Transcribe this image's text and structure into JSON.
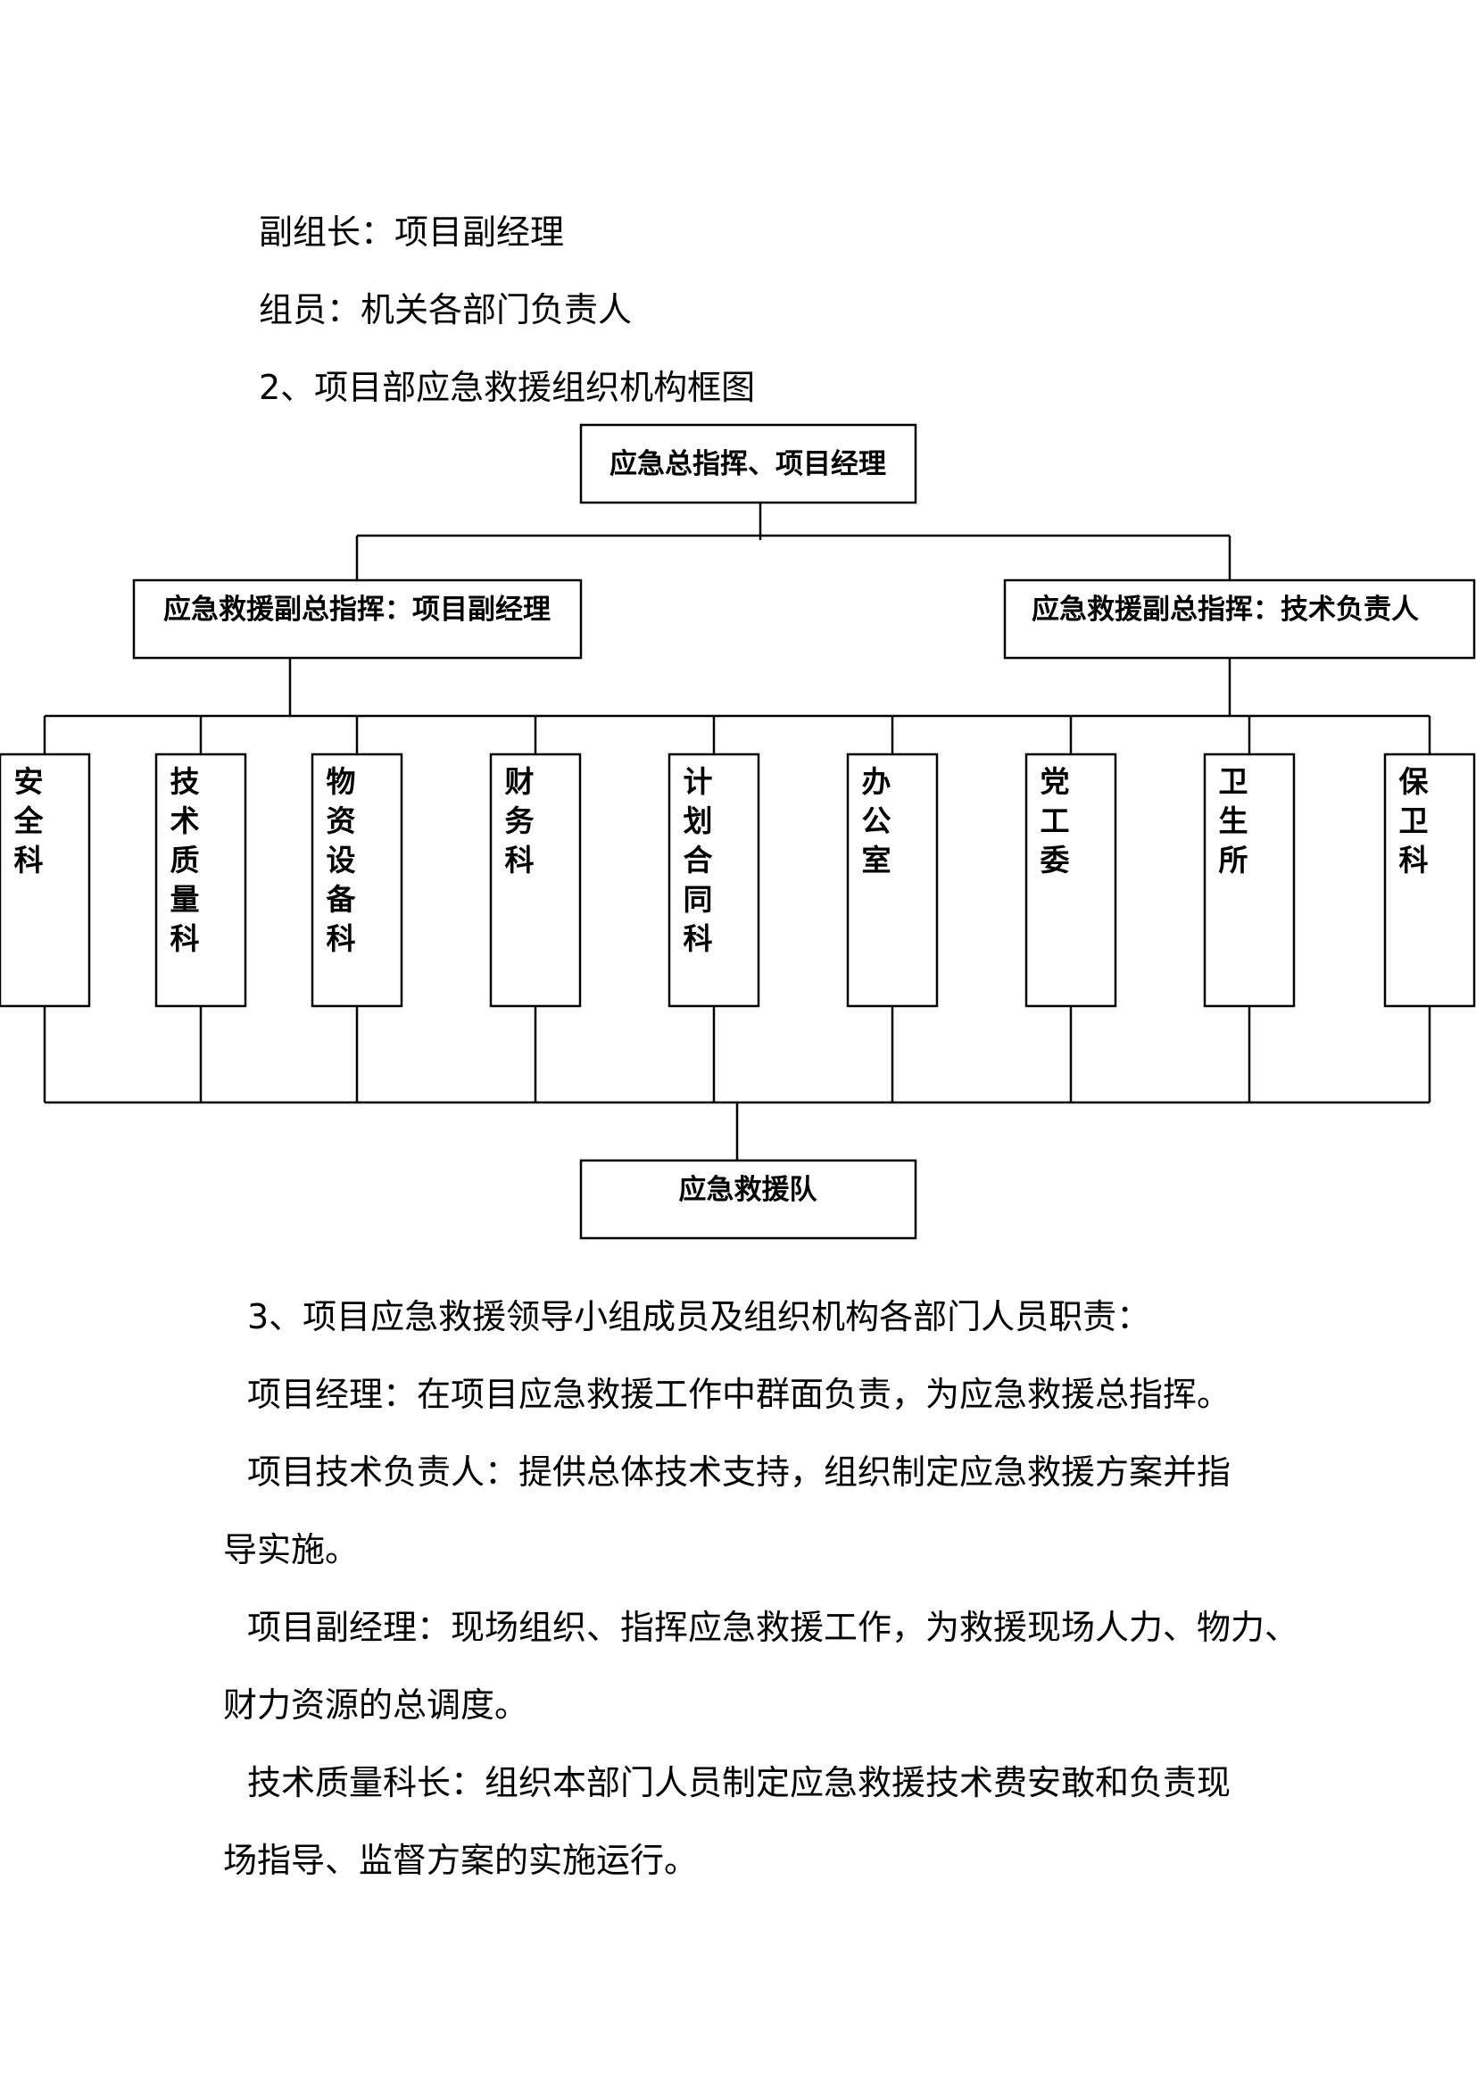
{
  "intro": {
    "line1": "副组长：项目副经理",
    "line2": "组员：机关各部门负责人",
    "section2_title": "2、项目部应急救援组织机构框图"
  },
  "org_chart": {
    "top": "应急总指挥、项目经理",
    "deputy_left": "应急救援副总指挥：项目副经理",
    "deputy_right": "应急救援副总指挥：技术负责人",
    "departments": [
      "安全科",
      "技术质量科",
      "物资设备科",
      "财务科",
      "计划合同科",
      "办公室",
      "党工委",
      "卫生所",
      "保卫科"
    ],
    "bottom": "应急救援队"
  },
  "section3": {
    "title": "3、项目应急救援领导小组成员及组织机构各部门人员职责：",
    "p1": "项目经理：在项目应急救援工作中群面负责，为应急救援总指挥。",
    "p2a": "项目技术负责人：提供总体技术支持，组织制定应急救援方案并指",
    "p2b": "导实施。",
    "p3a": "项目副经理：现场组织、指挥应急救援工作，为救援现场人力、物力、",
    "p3b": "财力资源的总调度。",
    "p4a": "技术质量科长：组织本部门人员制定应急救援技术费安敢和负责现",
    "p4b": "场指导、监督方案的实施运行。"
  }
}
